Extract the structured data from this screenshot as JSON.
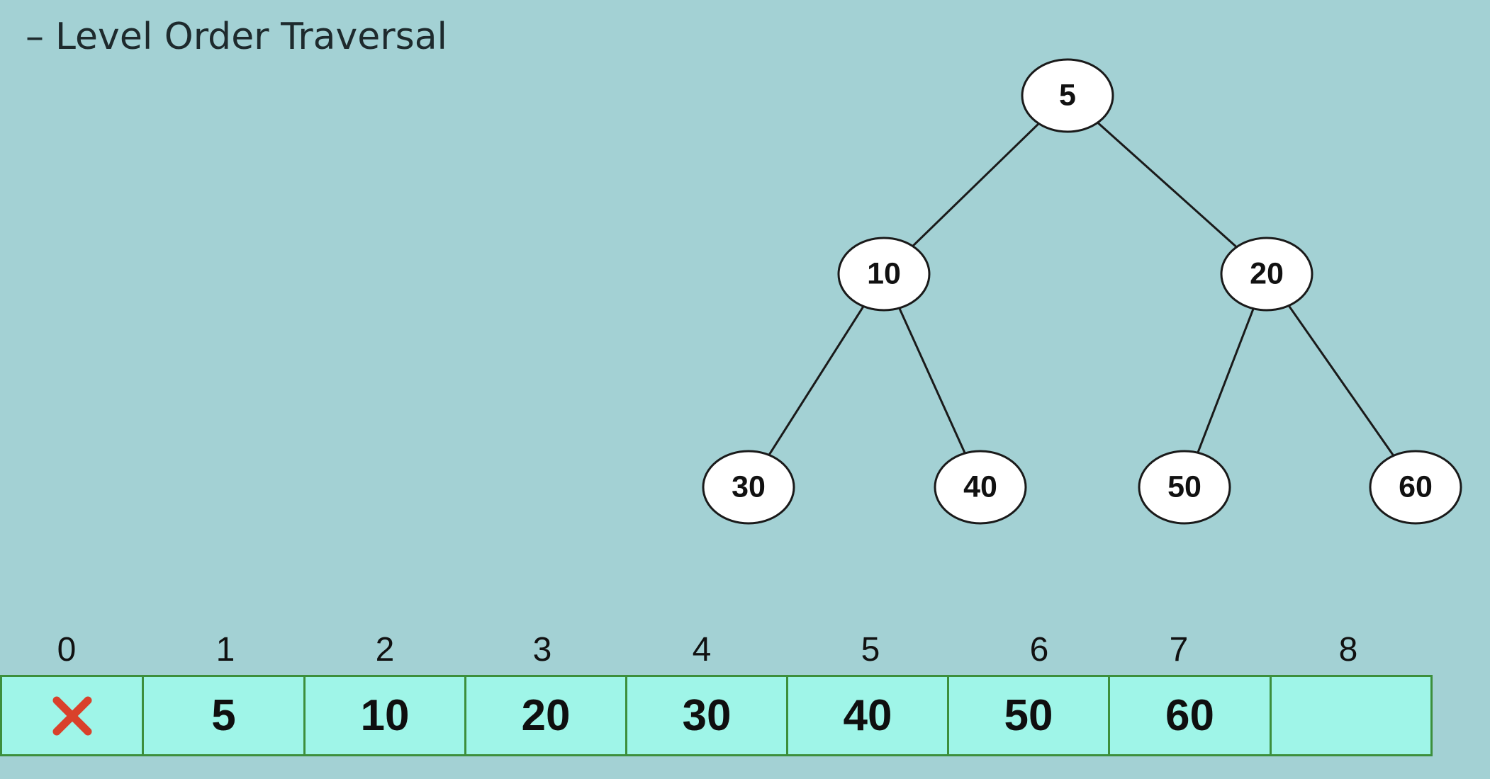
{
  "heading": {
    "dash": "–",
    "text": "Level Order Traversal"
  },
  "tree": {
    "nodes": [
      {
        "id": "n5",
        "label": "5"
      },
      {
        "id": "n10",
        "label": "10"
      },
      {
        "id": "n20",
        "label": "20"
      },
      {
        "id": "n30",
        "label": "30"
      },
      {
        "id": "n40",
        "label": "40"
      },
      {
        "id": "n50",
        "label": "50"
      },
      {
        "id": "n60",
        "label": "60"
      }
    ],
    "edges": [
      {
        "from": "n5",
        "to": "n10"
      },
      {
        "from": "n5",
        "to": "n20"
      },
      {
        "from": "n10",
        "to": "n30"
      },
      {
        "from": "n10",
        "to": "n40"
      },
      {
        "from": "n20",
        "to": "n50"
      },
      {
        "from": "n20",
        "to": "n60"
      }
    ]
  },
  "array": {
    "cells": [
      {
        "index": "0",
        "value": "",
        "icon": "cross-icon"
      },
      {
        "index": "1",
        "value": "5"
      },
      {
        "index": "2",
        "value": "10"
      },
      {
        "index": "3",
        "value": "20"
      },
      {
        "index": "4",
        "value": "30"
      },
      {
        "index": "5",
        "value": "40"
      },
      {
        "index": "6",
        "value": "50"
      },
      {
        "index": "7",
        "value": "60"
      },
      {
        "index": "8",
        "value": ""
      }
    ]
  },
  "colors": {
    "background": "#a3d1d4",
    "cell_fill": "#9ff5e8",
    "cell_border": "#3c8f3c",
    "cross": "#d9412b",
    "node_fill": "#ffffff",
    "edge": "#1a1a1a"
  }
}
